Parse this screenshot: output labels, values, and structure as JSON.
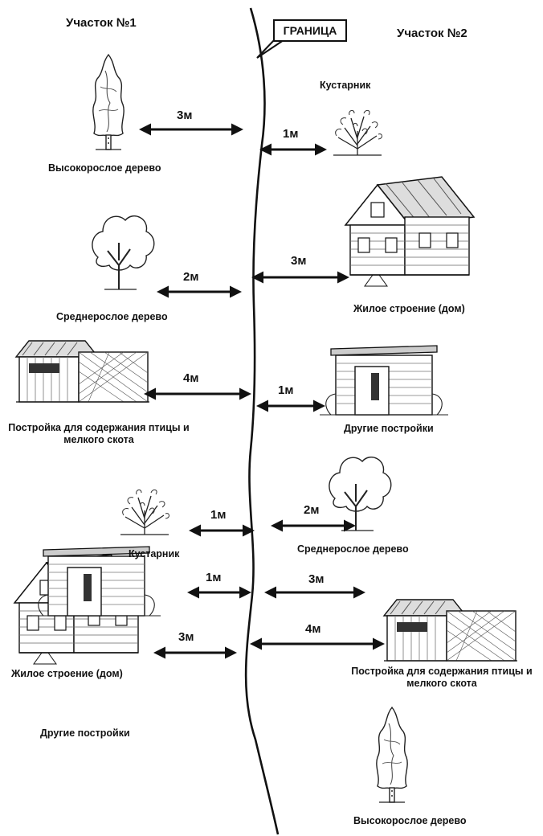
{
  "headers": {
    "plot1": "Участок №1",
    "plot2": "Участок №2",
    "boundary": "ГРАНИЦА"
  },
  "captions": {
    "tall_tree_1": "Высокорослое дерево",
    "shrub_2": "Кустарник",
    "medium_tree_1": "Среднерослое дерево",
    "house_2": "Жилое строение (дом)",
    "coop_1": "Постройка для содержания птицы и мелкого скота",
    "other_2": "Другие постройки",
    "shrub_1": "Кустарник",
    "medium_tree_2": "Среднерослое дерево",
    "house_1": "Жилое строение (дом)",
    "coop_2": "Постройка для содержания птицы и мелкого скота",
    "other_1": "Другие постройки",
    "tall_tree_2": "Высокорослое дерево"
  },
  "distances": {
    "tall_tree_1": "3м",
    "shrub_2": "1м",
    "medium_tree_1": "2м",
    "house_2": "3м",
    "coop_1": "4м",
    "other_2": "1м",
    "shrub_1": "1м",
    "medium_tree_2": "2м",
    "house_1": "3м",
    "coop_2": "4м",
    "other_1": "1м",
    "tall_tree_2": "3м"
  },
  "icons": [
    "tall-tree-icon",
    "shrub-icon",
    "medium-tree-icon",
    "house-icon",
    "coop-icon",
    "shed-icon"
  ]
}
